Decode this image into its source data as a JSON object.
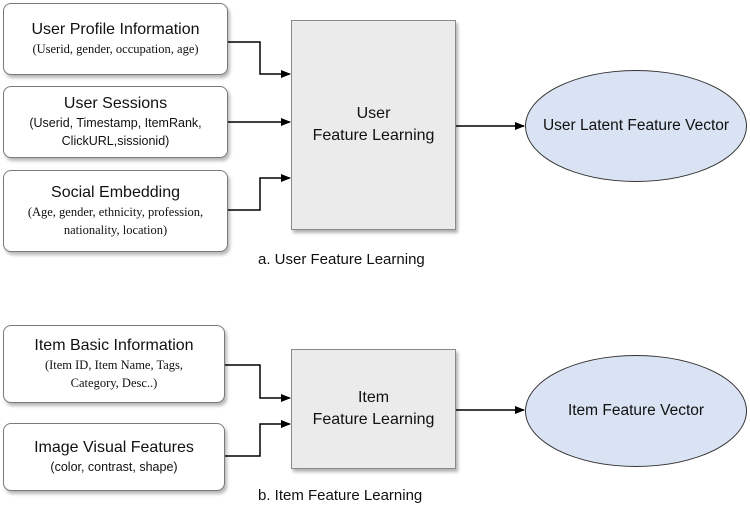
{
  "panel_a": {
    "inputs": [
      {
        "title": "User Profile Information",
        "detail": "(Userid, gender, occupation, age)"
      },
      {
        "title": "User Sessions",
        "detail_line1": "(Userid, Timestamp, ItemRank,",
        "detail_line2": "ClickURL,sissionid)"
      },
      {
        "title": "Social Embedding",
        "detail_line1": "(Age, gender, ethnicity, profession,",
        "detail_line2": "nationality, location)"
      }
    ],
    "learner_line1": "User",
    "learner_line2": "Feature Learning",
    "output": "User Latent Feature Vector",
    "caption": "a. User Feature Learning"
  },
  "panel_b": {
    "inputs": [
      {
        "title": "Item Basic Information",
        "detail_line1": "(Item ID, Item Name, Tags,",
        "detail_line2": "Category, Desc..)"
      },
      {
        "title": "Image Visual Features",
        "detail": "(color, contrast, shape)"
      }
    ],
    "learner_line1": "Item",
    "learner_line2": "Feature Learning",
    "output": "Item Feature Vector",
    "caption": "b. Item Feature Learning"
  },
  "colors": {
    "learner_fill": "#ebebeb",
    "output_fill": "#dae3f3",
    "edge": "#000000"
  }
}
